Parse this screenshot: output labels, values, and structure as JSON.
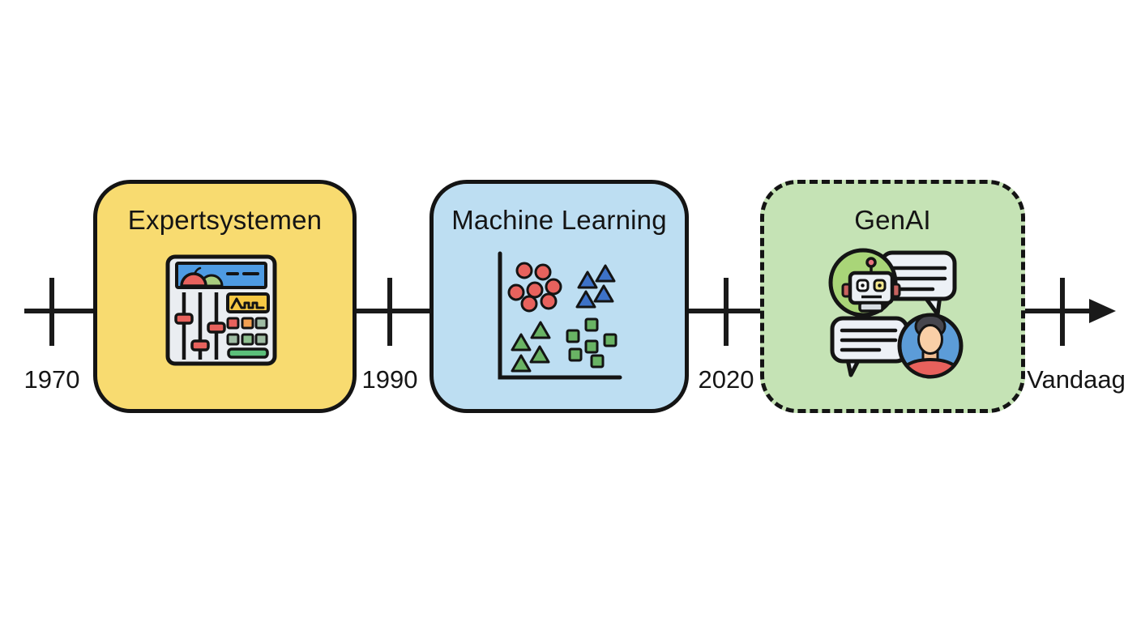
{
  "page": {
    "background": "#FFFFFF",
    "line_color": "#1A1A1A"
  },
  "timeline": {
    "ticks": [
      {
        "label": "1970"
      },
      {
        "label": "1990"
      },
      {
        "label": "2020"
      },
      {
        "label": "Vandaag"
      }
    ],
    "eras": [
      {
        "title": "Expertsystemen",
        "fill": "#F8DB70",
        "border": "solid",
        "icon": "control-panel"
      },
      {
        "title": "Machine Learning",
        "fill": "#BDDEF2",
        "border": "solid",
        "icon": "scatter-plot-clusters"
      },
      {
        "title": "GenAI",
        "fill": "#C5E3B5",
        "border": "dashed",
        "icon": "chatbot-user-conversation"
      }
    ],
    "icon_colors": {
      "red": "#E8625D",
      "orange": "#F2A052",
      "green": "#69B364",
      "blue_shape": "#3D72C8",
      "panel_body": "#EAEDF1",
      "panel_header_blue": "#4E9BE3",
      "panel_yellow": "#F6C844",
      "panel_green_bar": "#5BBF7A",
      "robot_circle_green": "#A9D578",
      "avatar_circle_blue": "#5C9CD8",
      "bubble_fill": "#EDF1F6",
      "skin": "#F9CFA7",
      "hair": "#46464E",
      "shirt_red": "#E8615C",
      "outline": "#141414"
    }
  }
}
